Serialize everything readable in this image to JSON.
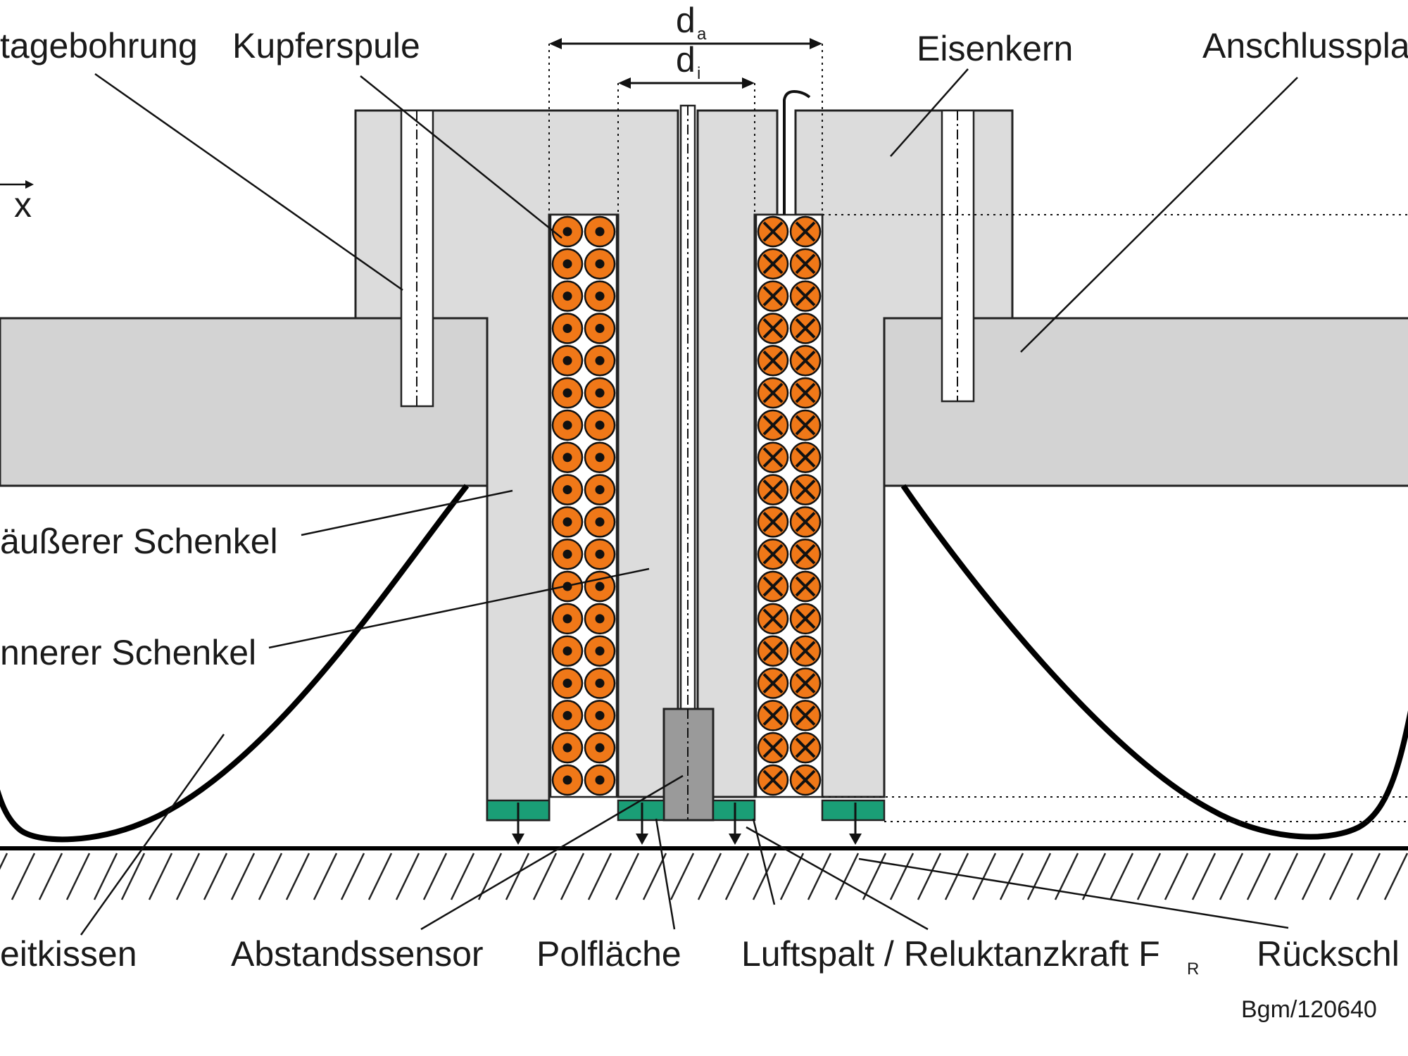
{
  "labels": {
    "montagebohrung": "tagebohrung",
    "kupferspule": "Kupferspule",
    "eisenkern": "Eisenkern",
    "anschlussplatte": "Anschlusspla",
    "aeusserer_schenkel": "äußerer Schenkel",
    "innerer_schenkel": "nnerer Schenkel",
    "gleitkissen": "eitkissen",
    "abstandssensor": "Abstandssensor",
    "polflaeche": "Polfläche",
    "luftspalt": "Luftspalt / Reluktanzkraft F",
    "luftspalt_sub": "R",
    "rueckschluss": "Rückschl",
    "axis_x": "x",
    "d_outer": "d",
    "d_outer_sub": "a",
    "d_inner": "d",
    "d_inner_sub": "i",
    "ref_code": "Bgm/120640"
  },
  "colors": {
    "coil": "#f07818",
    "pole_face": "#1a9e76",
    "core": "#dcdcdc",
    "plate": "#d3d3d3",
    "sensor": "#9a9a9a"
  },
  "coil": {
    "left_symbol": "current-out-dot",
    "right_symbol": "current-in-cross",
    "turns_per_column": 18,
    "columns_per_side": 2
  }
}
